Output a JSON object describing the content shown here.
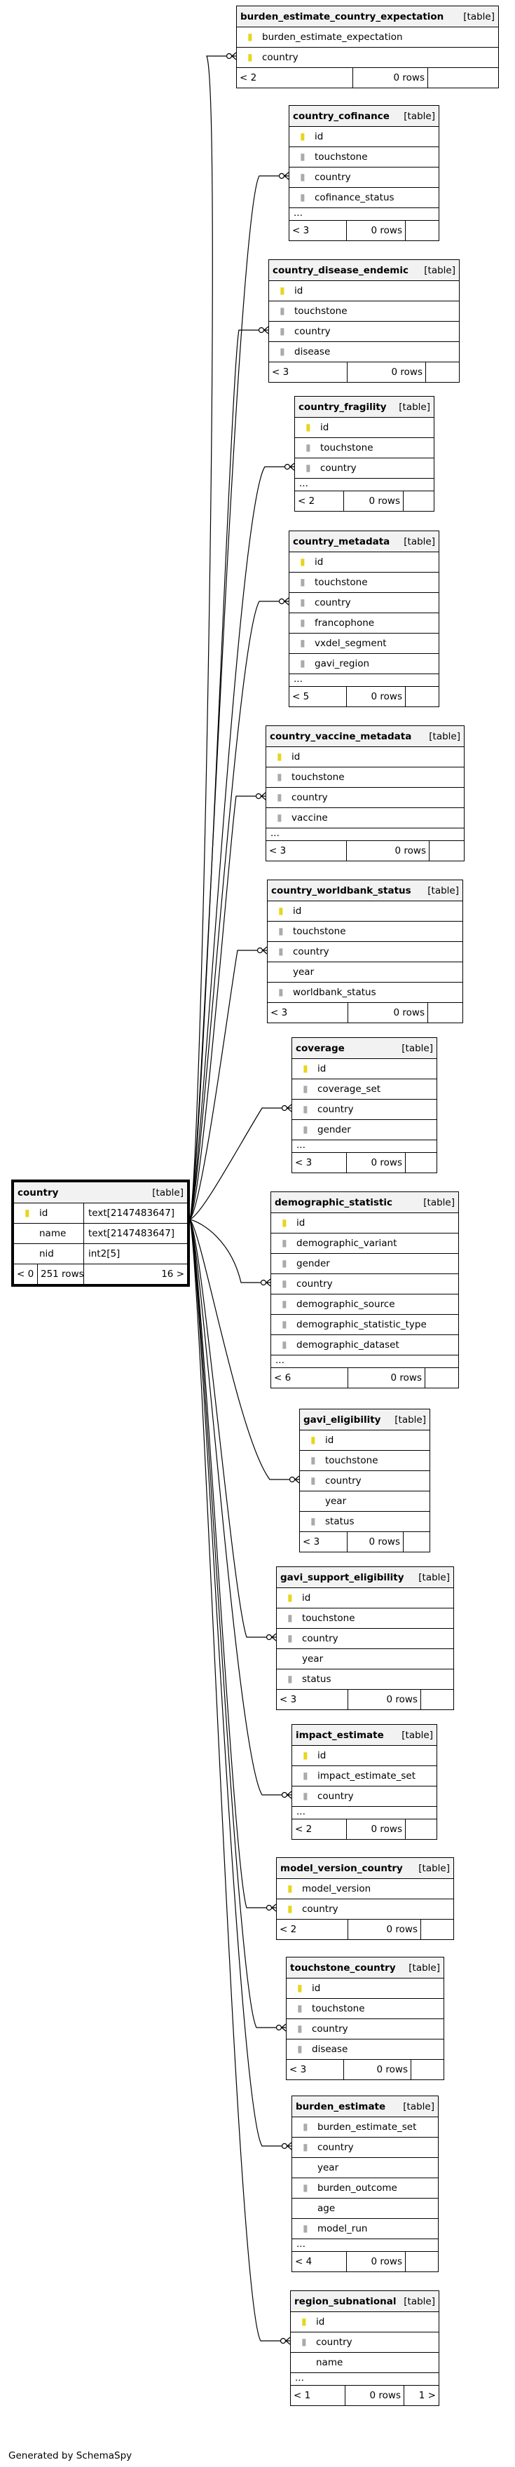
{
  "tables": [
    {
      "key": "t0",
      "name": "burden_estimate_country_expectation",
      "type": "[table]",
      "cols": [
        {
          "n": "burden_estimate_expectation",
          "k": "pk"
        },
        {
          "n": "country",
          "k": "pk"
        }
      ],
      "more": false,
      "foot": [
        "< 2",
        "0 rows",
        ""
      ]
    },
    {
      "key": "t1",
      "name": "country_cofinance",
      "type": "[table]",
      "cols": [
        {
          "n": "id",
          "k": "pk"
        },
        {
          "n": "touchstone",
          "k": "fk"
        },
        {
          "n": "country",
          "k": "fk"
        },
        {
          "n": "cofinance_status",
          "k": "fk"
        }
      ],
      "more": true,
      "foot": [
        "< 3",
        "0 rows",
        ""
      ]
    },
    {
      "key": "t2",
      "name": "country_disease_endemic",
      "type": "[table]",
      "cols": [
        {
          "n": "id",
          "k": "pk"
        },
        {
          "n": "touchstone",
          "k": "fk"
        },
        {
          "n": "country",
          "k": "fk"
        },
        {
          "n": "disease",
          "k": "fk"
        }
      ],
      "more": false,
      "foot": [
        "< 3",
        "0 rows",
        ""
      ]
    },
    {
      "key": "t3",
      "name": "country_fragility",
      "type": "[table]",
      "cols": [
        {
          "n": "id",
          "k": "pk"
        },
        {
          "n": "touchstone",
          "k": "fk"
        },
        {
          "n": "country",
          "k": "fk"
        }
      ],
      "more": true,
      "foot": [
        "< 2",
        "0 rows",
        ""
      ]
    },
    {
      "key": "t4",
      "name": "country_metadata",
      "type": "[table]",
      "cols": [
        {
          "n": "id",
          "k": "pk"
        },
        {
          "n": "touchstone",
          "k": "fk"
        },
        {
          "n": "country",
          "k": "fk"
        },
        {
          "n": "francophone",
          "k": "fk"
        },
        {
          "n": "vxdel_segment",
          "k": "fk"
        },
        {
          "n": "gavi_region",
          "k": "fk"
        }
      ],
      "more": true,
      "foot": [
        "< 5",
        "0 rows",
        ""
      ]
    },
    {
      "key": "t5",
      "name": "country_vaccine_metadata",
      "type": "[table]",
      "cols": [
        {
          "n": "id",
          "k": "pk"
        },
        {
          "n": "touchstone",
          "k": "fk"
        },
        {
          "n": "country",
          "k": "fk"
        },
        {
          "n": "vaccine",
          "k": "fk"
        }
      ],
      "more": true,
      "foot": [
        "< 3",
        "0 rows",
        ""
      ]
    },
    {
      "key": "t6",
      "name": "country_worldbank_status",
      "type": "[table]",
      "cols": [
        {
          "n": "id",
          "k": "pk"
        },
        {
          "n": "touchstone",
          "k": "fk"
        },
        {
          "n": "country",
          "k": "fk"
        },
        {
          "n": "year",
          "k": ""
        },
        {
          "n": "worldbank_status",
          "k": "fk"
        }
      ],
      "more": false,
      "foot": [
        "< 3",
        "0 rows",
        ""
      ]
    },
    {
      "key": "t7",
      "name": "coverage",
      "type": "[table]",
      "cols": [
        {
          "n": "id",
          "k": "pk"
        },
        {
          "n": "coverage_set",
          "k": "fk"
        },
        {
          "n": "country",
          "k": "fk"
        },
        {
          "n": "gender",
          "k": "fk"
        }
      ],
      "more": true,
      "foot": [
        "< 3",
        "0 rows",
        ""
      ]
    },
    {
      "key": "t8",
      "name": "demographic_statistic",
      "type": "[table]",
      "cols": [
        {
          "n": "id",
          "k": "pk"
        },
        {
          "n": "demographic_variant",
          "k": "fk"
        },
        {
          "n": "gender",
          "k": "fk"
        },
        {
          "n": "country",
          "k": "fk"
        },
        {
          "n": "demographic_source",
          "k": "fk"
        },
        {
          "n": "demographic_statistic_type",
          "k": "fk"
        },
        {
          "n": "demographic_dataset",
          "k": "fk"
        }
      ],
      "more": true,
      "foot": [
        "< 6",
        "0 rows",
        ""
      ]
    },
    {
      "key": "t9",
      "name": "gavi_eligibility",
      "type": "[table]",
      "cols": [
        {
          "n": "id",
          "k": "pk"
        },
        {
          "n": "touchstone",
          "k": "fk"
        },
        {
          "n": "country",
          "k": "fk"
        },
        {
          "n": "year",
          "k": ""
        },
        {
          "n": "status",
          "k": "fk"
        }
      ],
      "more": false,
      "foot": [
        "< 3",
        "0 rows",
        ""
      ]
    },
    {
      "key": "t10",
      "name": "gavi_support_eligibility",
      "type": "[table]",
      "cols": [
        {
          "n": "id",
          "k": "pk"
        },
        {
          "n": "touchstone",
          "k": "fk"
        },
        {
          "n": "country",
          "k": "fk"
        },
        {
          "n": "year",
          "k": ""
        },
        {
          "n": "status",
          "k": "fk"
        }
      ],
      "more": false,
      "foot": [
        "< 3",
        "0 rows",
        ""
      ]
    },
    {
      "key": "t11",
      "name": "impact_estimate",
      "type": "[table]",
      "cols": [
        {
          "n": "id",
          "k": "pk"
        },
        {
          "n": "impact_estimate_set",
          "k": "fk"
        },
        {
          "n": "country",
          "k": "fk"
        }
      ],
      "more": true,
      "foot": [
        "< 2",
        "0 rows",
        ""
      ]
    },
    {
      "key": "t12",
      "name": "model_version_country",
      "type": "[table]",
      "cols": [
        {
          "n": "model_version",
          "k": "pk"
        },
        {
          "n": "country",
          "k": "pk"
        }
      ],
      "more": false,
      "foot": [
        "< 2",
        "0 rows",
        ""
      ]
    },
    {
      "key": "t13",
      "name": "touchstone_country",
      "type": "[table]",
      "cols": [
        {
          "n": "id",
          "k": "pk"
        },
        {
          "n": "touchstone",
          "k": "fk"
        },
        {
          "n": "country",
          "k": "fk"
        },
        {
          "n": "disease",
          "k": "fk"
        }
      ],
      "more": false,
      "foot": [
        "< 3",
        "0 rows",
        ""
      ]
    },
    {
      "key": "t14",
      "name": "burden_estimate",
      "type": "[table]",
      "cols": [
        {
          "n": "burden_estimate_set",
          "k": "fk"
        },
        {
          "n": "country",
          "k": "fk"
        },
        {
          "n": "year",
          "k": ""
        },
        {
          "n": "burden_outcome",
          "k": "fk"
        },
        {
          "n": "age",
          "k": ""
        },
        {
          "n": "model_run",
          "k": "fk"
        }
      ],
      "more": true,
      "foot": [
        "< 4",
        "0 rows",
        ""
      ]
    },
    {
      "key": "t15",
      "name": "region_subnational",
      "type": "[table]",
      "cols": [
        {
          "n": "id",
          "k": "pk"
        },
        {
          "n": "country",
          "k": "fk"
        },
        {
          "n": "name",
          "k": ""
        }
      ],
      "more": true,
      "foot": [
        "< 1",
        "0 rows",
        "1 >"
      ]
    }
  ],
  "main": {
    "name": "country",
    "type": "[table]",
    "cols": [
      {
        "n": "id",
        "t": "text[2147483647]",
        "k": "pk"
      },
      {
        "n": "name",
        "t": "text[2147483647]",
        "k": ""
      },
      {
        "n": "nid",
        "t": "int2[5]",
        "k": ""
      }
    ],
    "foot": [
      "< 0",
      "251 rows",
      "16 >"
    ]
  },
  "ellipsis": "...",
  "footer_text": "Generated by SchemaSpy"
}
